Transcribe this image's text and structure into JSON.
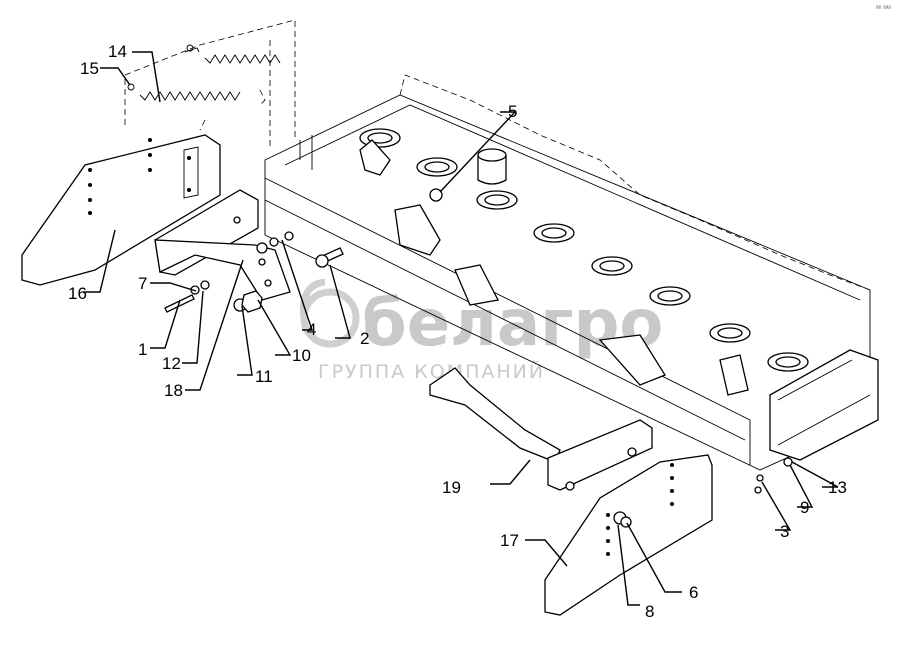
{
  "watermark": {
    "brand": "белагро",
    "subtitle": "ГРУППА КОМПАНИЙ"
  },
  "corner_mark": "ᵃᵉ ᵃᵃᵃ",
  "callouts": {
    "c1": "1",
    "c2": "2",
    "c3": "3",
    "c4": "4",
    "c5": "5",
    "c6": "6",
    "c7": "7",
    "c8": "8",
    "c9": "9",
    "c10": "10",
    "c11": "11",
    "c12": "12",
    "c13": "13",
    "c14": "14",
    "c15": "15",
    "c16": "16",
    "c17": "17",
    "c18": "18",
    "c19": "19"
  }
}
